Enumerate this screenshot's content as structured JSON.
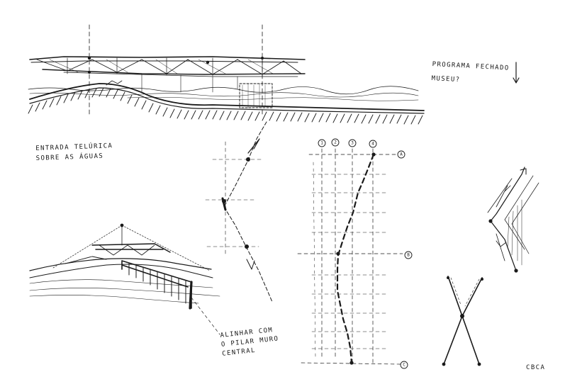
{
  "annotations": {
    "programa_line1": "PROGRAMA FECHADO",
    "programa_line2": "MUSEU?",
    "entrada_line1": "ENTRADA TELÚRICA",
    "entrada_line2": "SOBRE AS ÁGUAS",
    "alinhar_line1": "ALINHAR COM",
    "alinhar_line2": "O PILAR MURO",
    "alinhar_line3": "CENTRAL",
    "signature": "CBCA"
  },
  "grid": {
    "columns": [
      "1",
      "2",
      "3",
      "4"
    ],
    "rows": [
      "A",
      "B",
      "C"
    ]
  }
}
